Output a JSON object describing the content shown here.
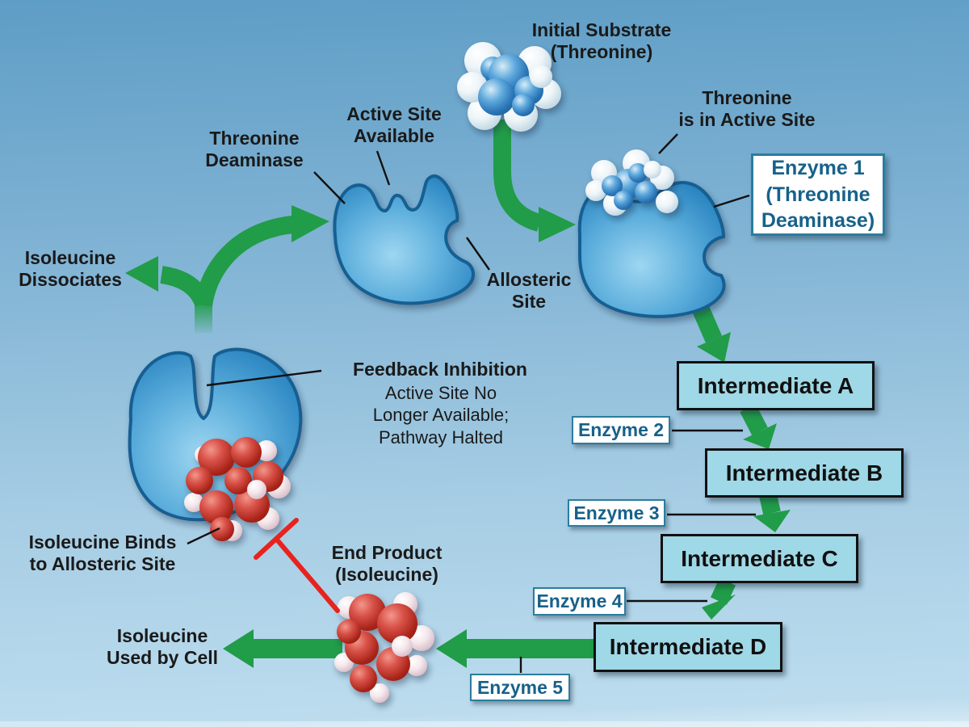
{
  "colors": {
    "bg_top": "#5e9dc6",
    "bg_bottom": "#bcdcee",
    "arrow_green": "#219c48",
    "inhibit_red": "#e8231d",
    "box_cyan": "#9fd8e6",
    "enzyme_text": "#17618a",
    "enzyme_border": "#2b7d9e",
    "text_black": "#1a1a1a",
    "leader_black": "#111111"
  },
  "labels": {
    "initial_substrate": "Initial Substrate\n(Threonine)",
    "threonine_deaminase": "Threonine\nDeaminase",
    "active_site_available": "Active Site\nAvailable",
    "threonine_in_active_site": "Threonine\nis in Active Site",
    "allosteric_site": "Allosteric\nSite",
    "isoleucine_dissociates": "Isoleucine\nDissociates",
    "feedback_title": "Feedback Inhibition",
    "feedback_sub": "Active Site No\nLonger Available;\nPathway Halted",
    "isoleucine_binds": "Isoleucine Binds\nto Allosteric Site",
    "end_product": "End Product\n(Isoleucine)",
    "isoleucine_used": "Isoleucine\nUsed by Cell"
  },
  "callout": {
    "enzyme1": "Enzyme 1\n(Threonine\nDeaminase)"
  },
  "pathway": {
    "intermediates": [
      "Intermediate A",
      "Intermediate B",
      "Intermediate C",
      "Intermediate D"
    ],
    "enzymes": [
      "Enzyme 2",
      "Enzyme 3",
      "Enzyme 4",
      "Enzyme 5"
    ]
  }
}
